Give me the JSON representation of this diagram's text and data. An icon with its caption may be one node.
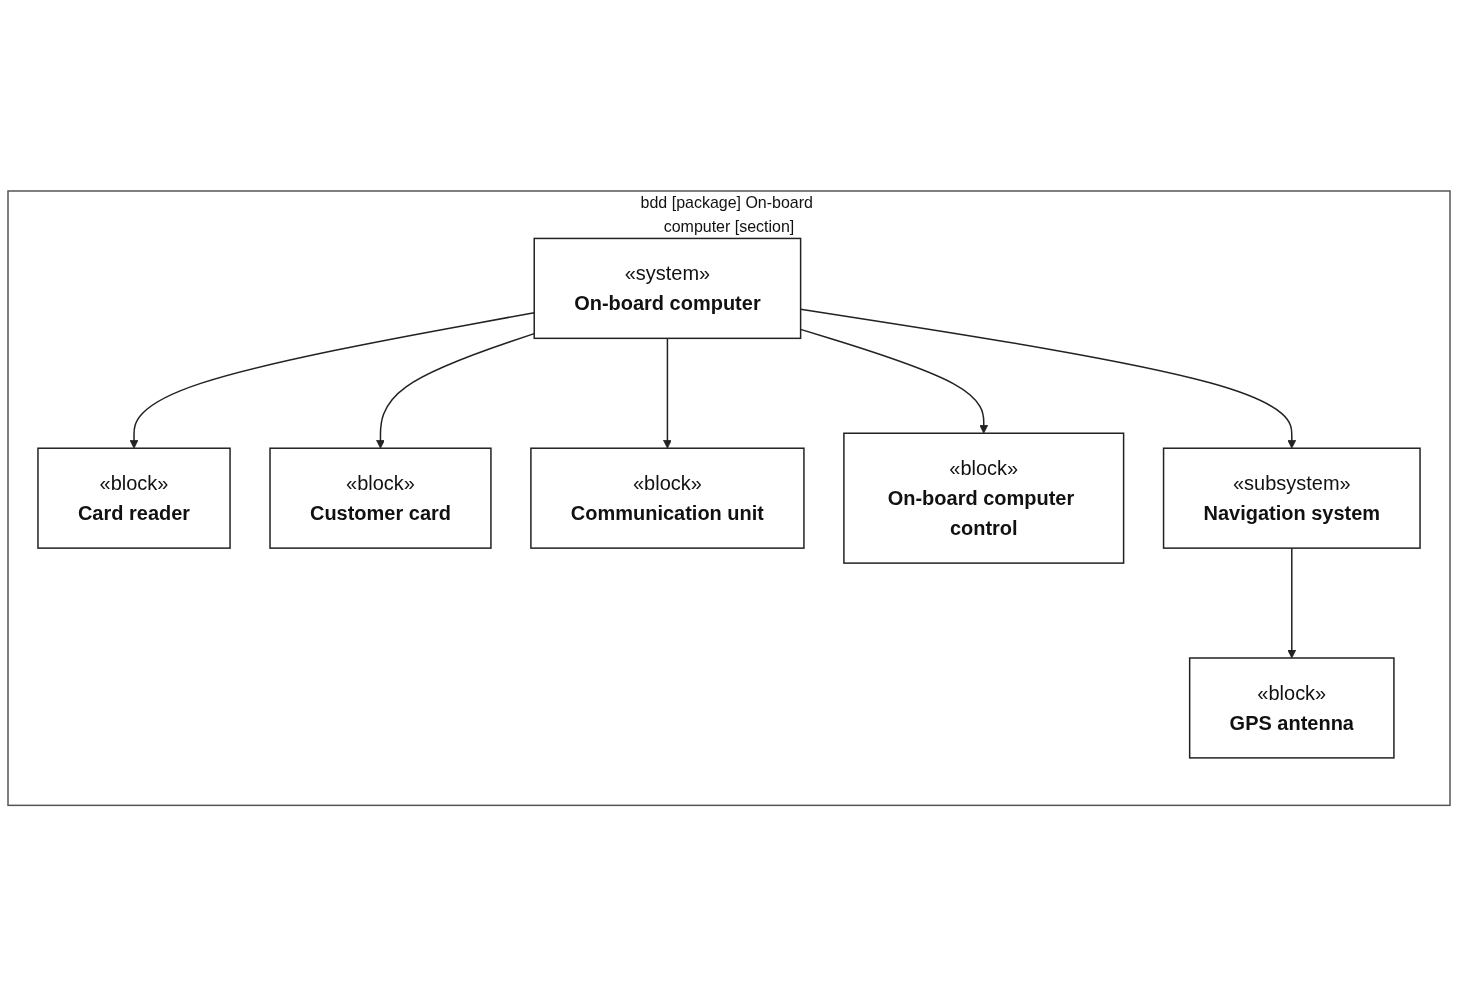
{
  "diagram": {
    "nodes": [
      {
        "text": [
          "bdd [package] On-board computer [section]"
        ]
      },
      {
        "text": [
          "«system»",
          "On-board computer"
        ],
        "in": 0
      },
      {
        "text": [
          "«block»",
          "Customer card"
        ],
        "in": 0
      },
      {
        "text": [
          "«block»",
          "On-board computer control"
        ],
        "in": 0
      },
      {
        "text": [
          "«subsystem»",
          "Navigation system"
        ],
        "in": 0
      },
      {
        "text": [
          "«block»",
          "Card reader"
        ],
        "in": 0
      },
      {
        "text": [
          "«block»",
          "Communication unit"
        ],
        "in": 0
      },
      {
        "text": [
          "«block»",
          "GPS antenna"
        ],
        "in": 0
      }
    ],
    "edges": [
      {
        "from": 1,
        "to": 5,
        "arrow": "to"
      },
      {
        "from": 1,
        "to": 2,
        "arrow": "to"
      },
      {
        "from": 1,
        "to": 6,
        "arrow": "to"
      },
      {
        "from": 1,
        "to": 3,
        "arrow": "to"
      },
      {
        "from": 1,
        "to": 4,
        "arrow": "to"
      },
      {
        "from": 4,
        "to": 7,
        "arrow": "to"
      }
    ]
  }
}
